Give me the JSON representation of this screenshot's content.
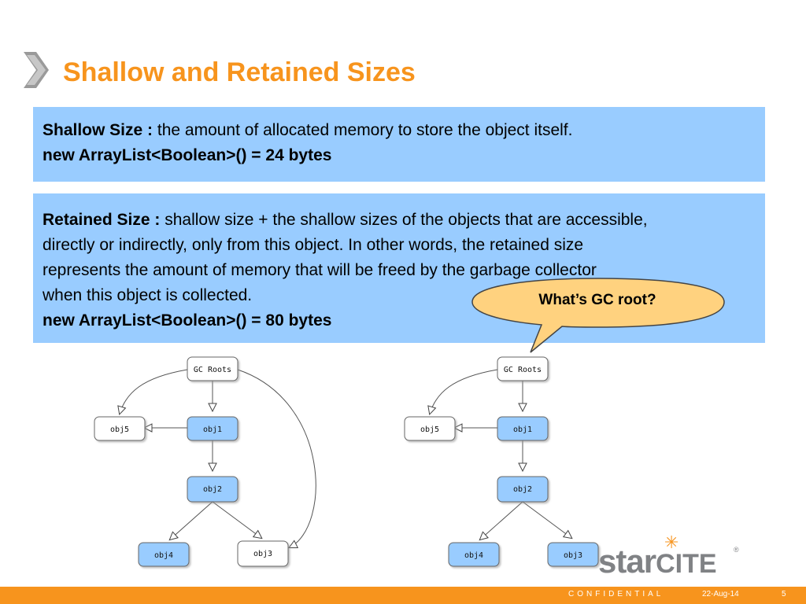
{
  "slide": {
    "title": "Shallow and Retained Sizes"
  },
  "shallow_box": {
    "label": "Shallow Size :",
    "text": " the amount of allocated memory to store the object itself.",
    "example": "new ArrayList<Boolean>() = 24 bytes"
  },
  "retained_box": {
    "label": "Retained Size :",
    "line1": " shallow size + the shallow sizes of the objects that are accessible,",
    "line2": "directly or indirectly, only from this object. In other words, the retained size",
    "line3": "represents the amount of memory that will be freed by the garbage collector",
    "line4": "when this object is collected.",
    "example": "new ArrayList<Boolean>() = 80 bytes"
  },
  "callout": {
    "text": "What’s GC root?"
  },
  "diagrams": {
    "left": {
      "gc_roots": "GC Roots",
      "obj5": "obj5",
      "obj1": "obj1",
      "obj2": "obj2",
      "obj4": "obj4",
      "obj3": "obj3"
    },
    "right": {
      "gc_roots": "GC Roots",
      "obj5": "obj5",
      "obj1": "obj1",
      "obj2": "obj2",
      "obj4": "obj4",
      "obj3": "obj3"
    },
    "colors": {
      "highlighted_fill": "#99ccff",
      "plain_fill": "#ffffff"
    }
  },
  "logo": {
    "part1": "star",
    "part2": "CITE",
    "mark": "®",
    "star_icon": "✳"
  },
  "footer": {
    "confidential": "CONFIDENTIAL",
    "date": "22-Aug-14",
    "page": "5"
  },
  "colors": {
    "accent": "#f7941d",
    "box_bg": "#99ccff"
  }
}
